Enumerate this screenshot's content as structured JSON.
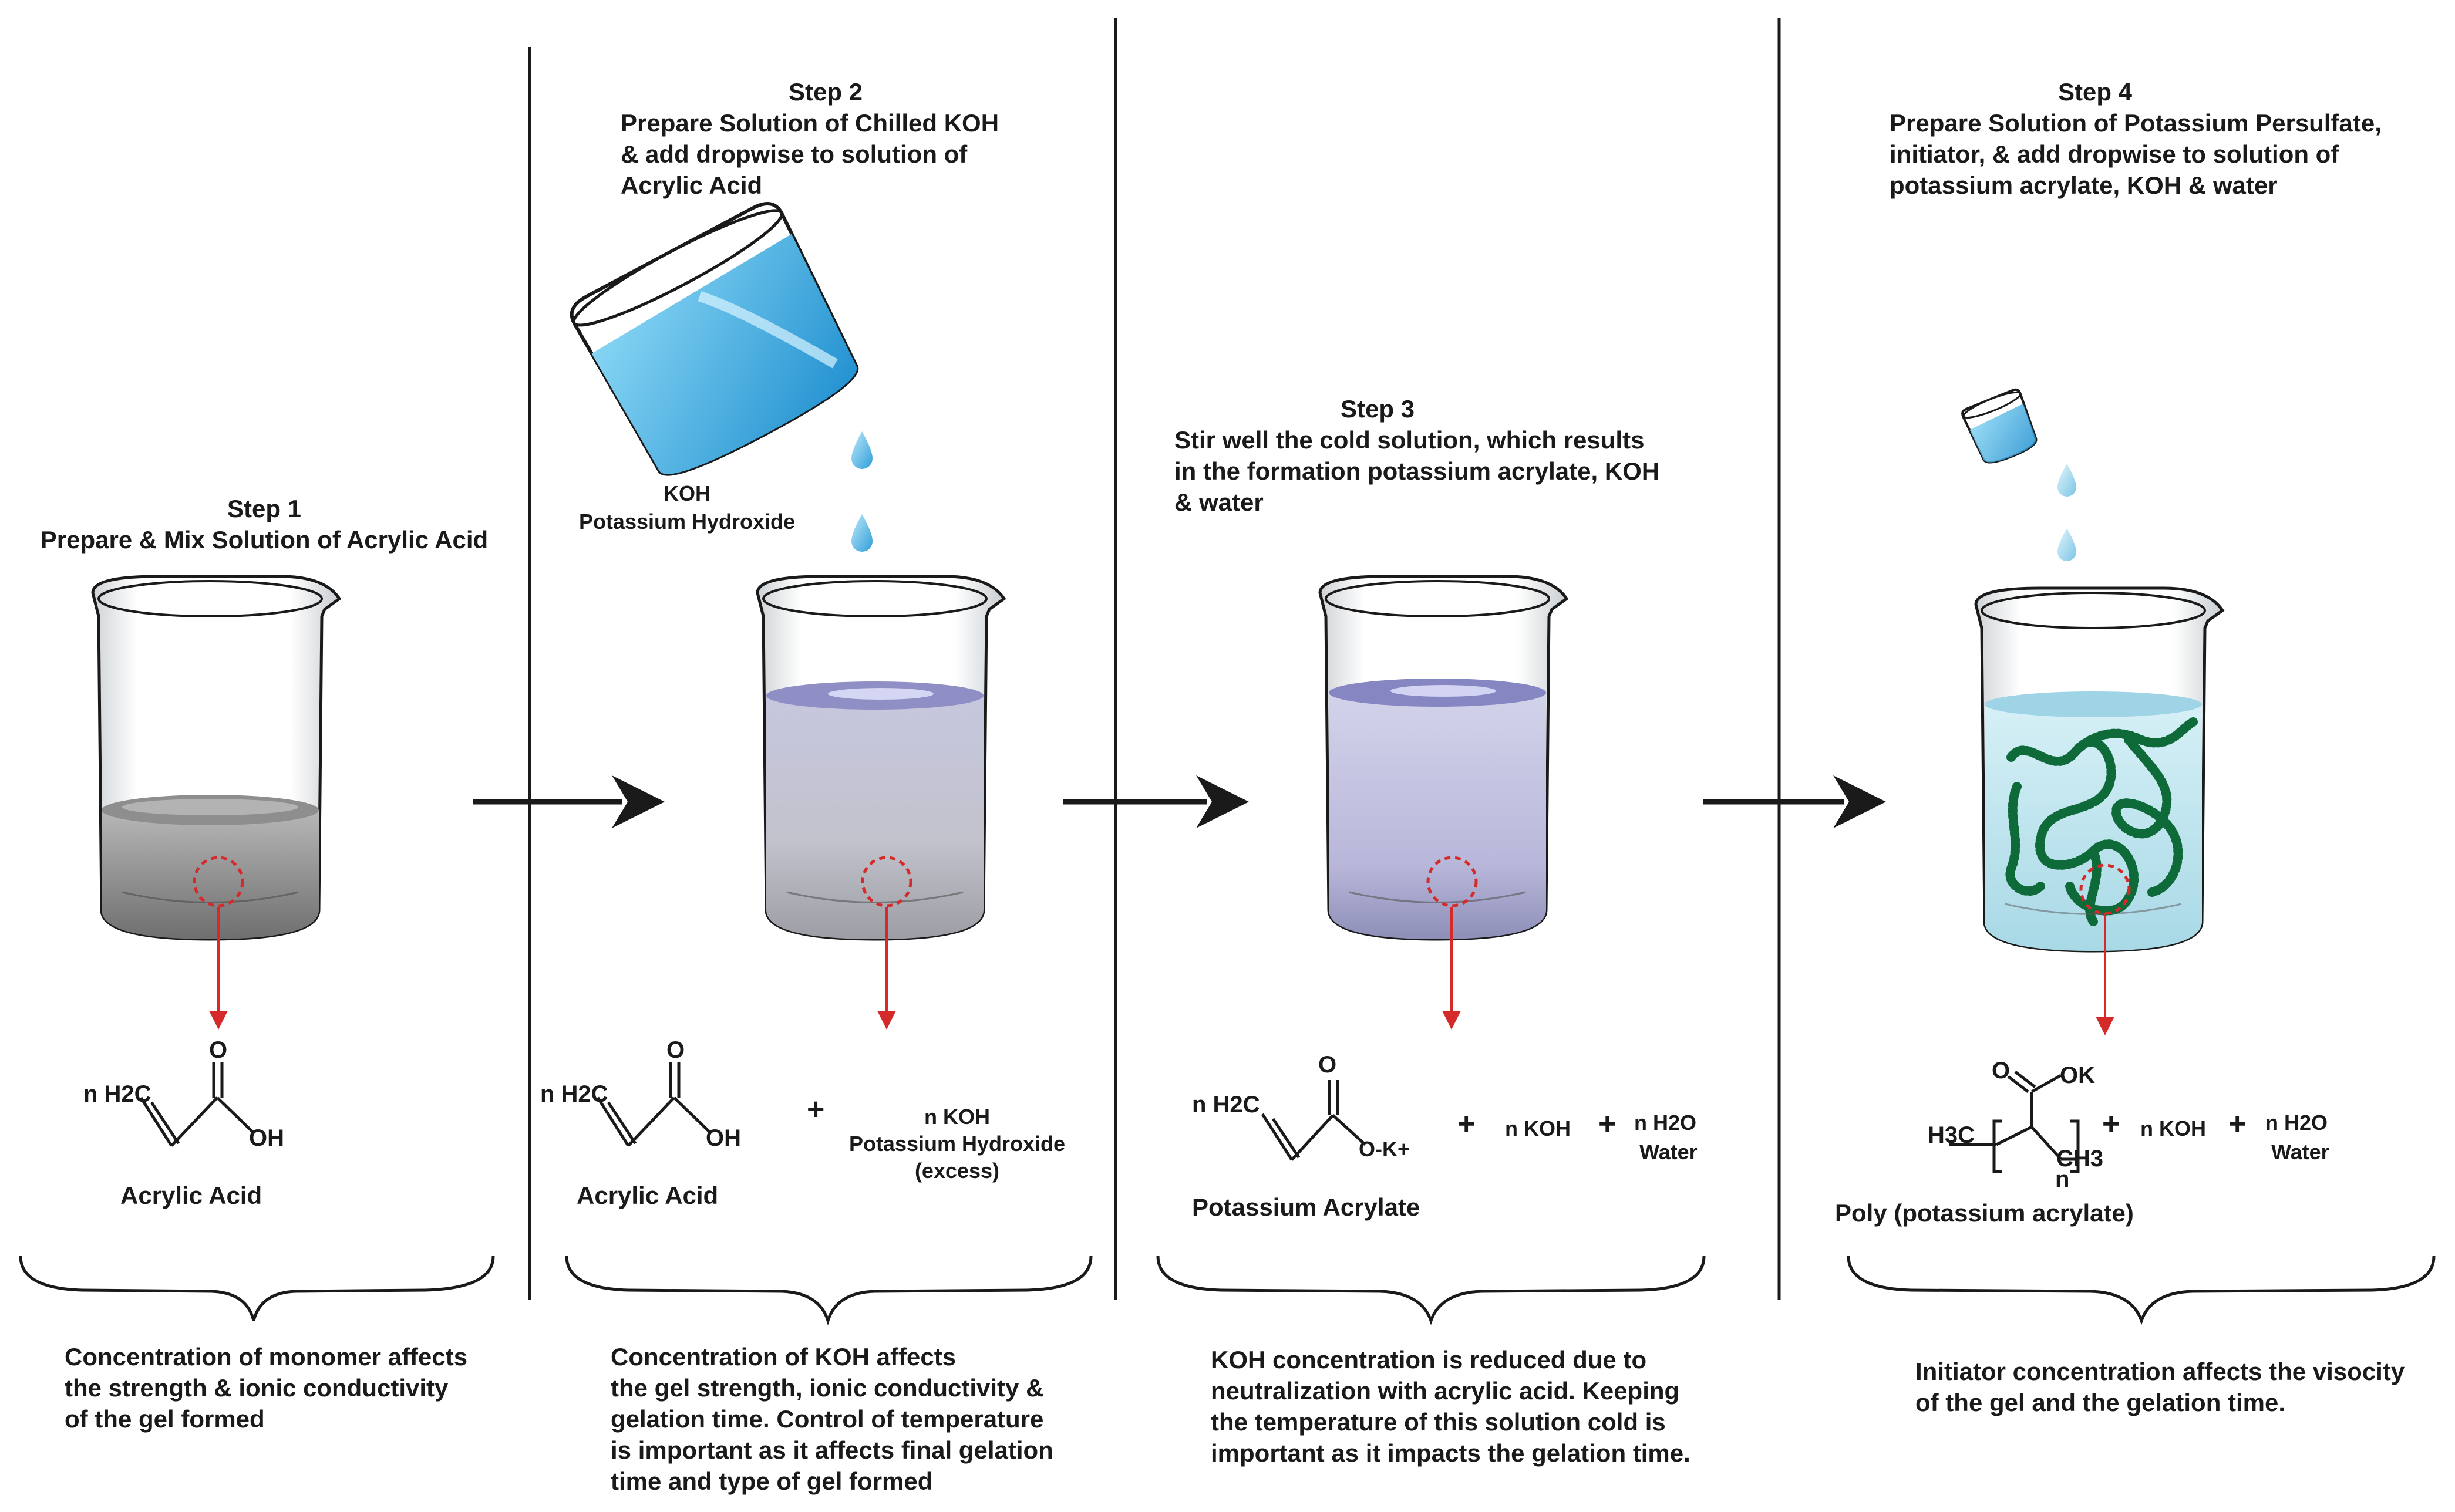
{
  "step1": {
    "title": "Step 1",
    "instruction": "Prepare & Mix Solution of Acrylic Acid",
    "molecule_prefix": "n H2C",
    "molecule_o": "O",
    "molecule_oh": "OH",
    "product_name": "Acrylic Acid",
    "note": "Concentration of monomer affects\nthe strength & ionic conductivity\nof the gel formed"
  },
  "step2": {
    "title": "Step 2",
    "instruction": "Prepare Solution of Chilled KOH\n& add dropwise to solution of\nAcrylic Acid",
    "reagent_formula": "KOH",
    "reagent_name": "Potassium Hydroxide",
    "molecule_prefix": "n H2C",
    "molecule_o": "O",
    "molecule_oh": "OH",
    "product_name": "Acrylic Acid",
    "plus": "+",
    "koh_line1": "n KOH",
    "koh_line2": "Potassium Hydroxide",
    "koh_line3": "(excess)",
    "note": "Concentration of KOH affects\nthe gel strength, ionic conductivity &\ngelation time. Control of temperature\nis important as it affects final gelation\ntime and type of gel formed"
  },
  "step3": {
    "title": "Step 3",
    "instruction": "Stir well the cold solution, which results\nin the formation potassium acrylate, KOH\n& water",
    "molecule_prefix": "n H2C",
    "molecule_o": "O",
    "molecule_ok": "O-K+",
    "product_name": "Potassium Acrylate",
    "plus1": "+",
    "koh": "n KOH",
    "plus2": "+",
    "water_line1": "n H2O",
    "water_line2": "Water",
    "note": "KOH concentration is reduced due to\nneutralization with acrylic acid. Keeping\nthe temperature of this solution cold is\nimportant as it impacts the gelation time."
  },
  "step4": {
    "title": "Step 4",
    "instruction": "Prepare Solution of Potassium Persulfate,\ninitiator, & add dropwise to solution of\npotassium acrylate, KOH & water",
    "molecule_ok": "OK",
    "molecule_o": "O",
    "molecule_left": "H3C",
    "molecule_right": "CH3",
    "molecule_n": "n",
    "product_name": "Poly (potassium acrylate)",
    "plus1": "+",
    "koh": "n KOH",
    "plus2": "+",
    "water_line1": "n H2O",
    "water_line2": "Water",
    "note": "Initiator concentration affects the visocity\nof the gel and the gelation time."
  },
  "colors": {
    "ink": "#1a1a1a",
    "red_arrow": "#d42a2a",
    "koh_blue": "#3aa8dc",
    "acrylate_lavender": "#a9a8d6",
    "gel_cyan": "#bfe5ef",
    "polymer_green": "#0f6a3a",
    "acid_gray": "#9a9a9a"
  }
}
